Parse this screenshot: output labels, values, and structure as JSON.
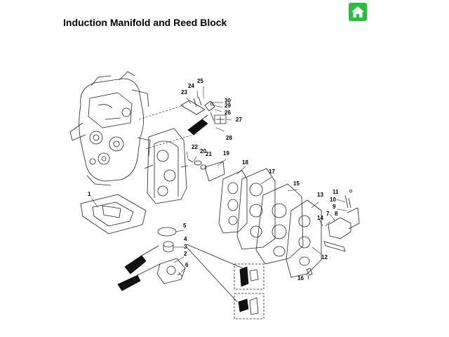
{
  "page": {
    "title": "Induction Manifold and Reed Block"
  },
  "home_button": {
    "icon": "home-icon",
    "color": "#22c33a"
  },
  "diagram": {
    "callouts": [
      "1",
      "2",
      "3",
      "4",
      "5",
      "6",
      "7",
      "8",
      "9",
      "10",
      "11",
      "12",
      "13",
      "14",
      "15",
      "16",
      "17",
      "18",
      "19",
      "20",
      "21",
      "22",
      "23",
      "24",
      "25",
      "26",
      "27",
      "28",
      "29",
      "30"
    ]
  }
}
